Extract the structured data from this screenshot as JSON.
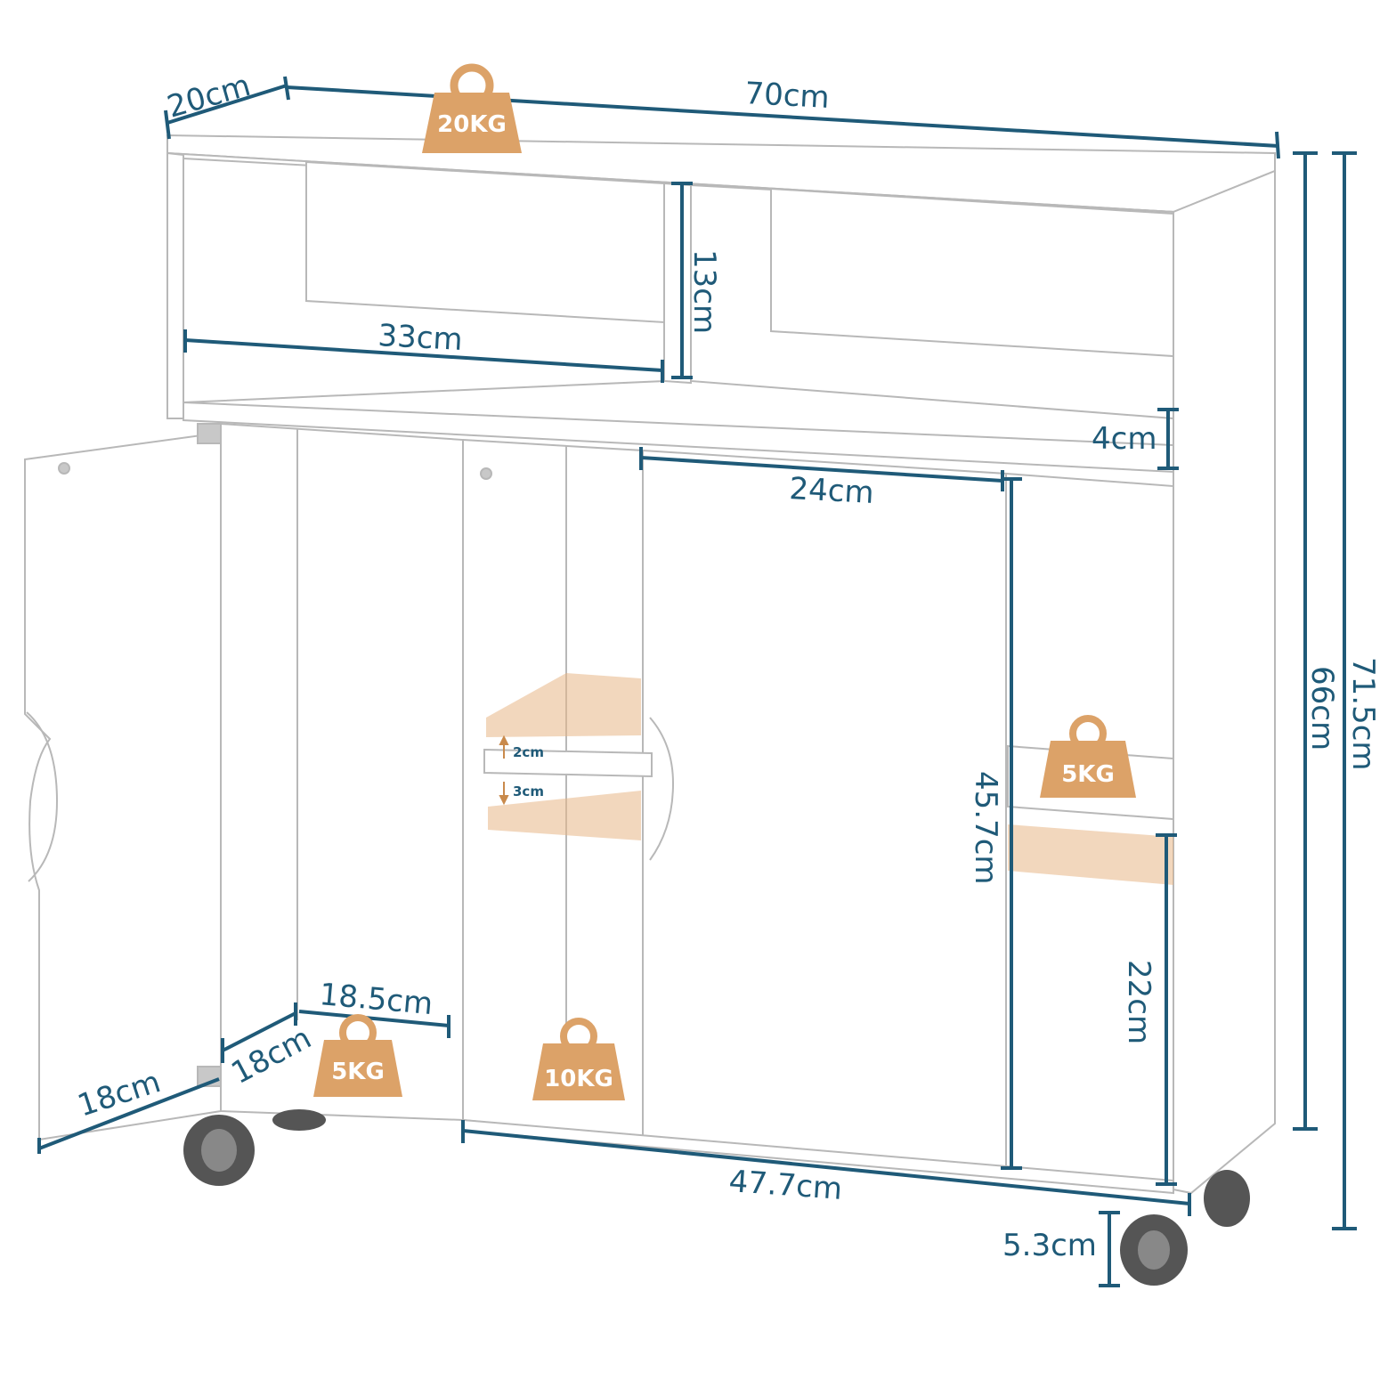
{
  "colors": {
    "dimension_line": "#1f5a78",
    "label_text": "#1f5a78",
    "weight_badge": "#dca268",
    "shelf_highlight": "#e8b786",
    "outline": "#b8b8b8",
    "caster": "#555555"
  },
  "icons": {
    "weight_badge": "kettlebell-weight-icon",
    "adjust_arrow": "double-arrow-icon",
    "caster": "caster-wheel-icon"
  },
  "dimensions": {
    "top_depth": "20cm",
    "top_width": "70cm",
    "compartment_width": "33cm",
    "compartment_height": "13cm",
    "rail_height": "4cm",
    "slide_door_width": "24cm",
    "total_height": "71.5cm",
    "body_height": "66cm",
    "inner_height": "45.7cm",
    "lower_shelf_height": "22cm",
    "door_depth": "18cm",
    "side_depth": "18cm",
    "left_bay_width": "18.5cm",
    "bottom_width": "47.7cm",
    "caster_height": "5.3cm",
    "shelf_step_up": "2cm",
    "shelf_step_down": "3cm"
  },
  "weights": {
    "top": "20KG",
    "left_bay": "5KG",
    "middle_bay": "10KG",
    "right_shelf": "5KG"
  }
}
